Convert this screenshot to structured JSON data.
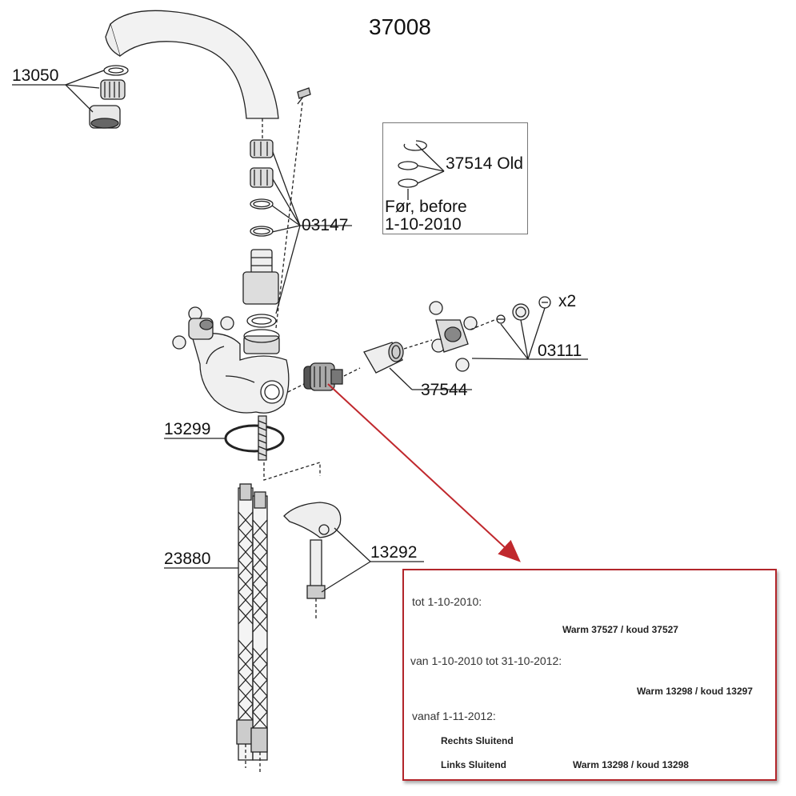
{
  "title": "37008",
  "labels": {
    "aerator": "13050",
    "spout_seals": "03147",
    "old_clip_seals": "37514 Old",
    "old_note_line1": "Før, before",
    "old_note_line2": "1-10-2010",
    "handle_qty": "x2",
    "handle_parts": "03111",
    "cartridge_cap": "37544",
    "base_oring": "13299",
    "hoses": "23880",
    "mount_kit": "13292"
  },
  "cartridge_panel": {
    "row1": {
      "label": "tot 1-10-2010:",
      "caption": "Warm 37527 / koud 37527"
    },
    "row2": {
      "label": "van 1-10-2010 tot 31-10-2012:",
      "caption": "Warm 13298 / koud 13297"
    },
    "row3": {
      "label": "vanaf 1-11-2012:",
      "caption": "Warm 13298 / koud 13298"
    },
    "legend_right": "Rechts Sluitend",
    "legend_left": "Links Sluitend"
  },
  "colors": {
    "panel_border": "#b3262b",
    "arrow": "#c0282d",
    "rotate_icon": "#2f6fc1"
  }
}
